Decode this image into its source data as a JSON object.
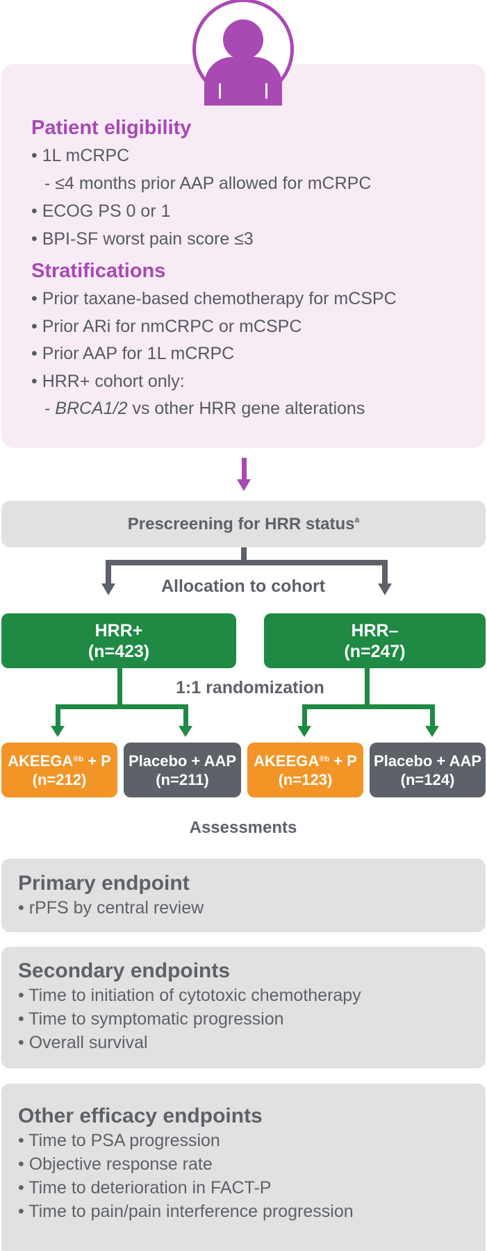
{
  "eligibility": {
    "heading": "Patient eligibility",
    "items": [
      "• 1L mCRPC",
      "- ≤4 months prior AAP allowed for mCRPC",
      "• ECOG PS 0 or 1",
      "• BPI-SF worst pain score ≤3"
    ]
  },
  "stratifications": {
    "heading": "Stratifications",
    "items": [
      "• Prior taxane-based chemotherapy for mCSPC",
      "• Prior ARi for nmCRPC or mCSPC",
      "• Prior AAP for 1L mCRPC",
      "• HRR+ cohort only:"
    ],
    "sub_prefix": "- ",
    "sub_italic": "BRCA1/2",
    "sub_rest": " vs other HRR gene alterations"
  },
  "prescreen": {
    "label": "Prescreening for HRR status",
    "sup": "a"
  },
  "allocation_label": "Allocation to cohort",
  "cohorts": {
    "hrr_pos": {
      "title": "HRR+",
      "n": "(n=423)"
    },
    "hrr_neg": {
      "title": "HRR–",
      "n": "(n=247)"
    }
  },
  "randomization_label": "1:1 randomization",
  "arms": [
    {
      "name_pre": "AKEEGA",
      "sup": "®b",
      "name_post": " + P",
      "n": "(n=212)",
      "color": "#f39426"
    },
    {
      "name_pre": "Placebo + AAP",
      "sup": "",
      "name_post": "",
      "n": "(n=211)",
      "color": "#5d6268"
    },
    {
      "name_pre": "AKEEGA",
      "sup": "®b",
      "name_post": " + P",
      "n": "(n=123)",
      "color": "#f39426"
    },
    {
      "name_pre": "Placebo + AAP",
      "sup": "",
      "name_post": "",
      "n": "(n=124)",
      "color": "#5d6268"
    }
  ],
  "assessments_label": "Assessments",
  "primary": {
    "heading": "Primary endpoint",
    "items": [
      "• rPFS by central review"
    ]
  },
  "secondary": {
    "heading": "Secondary endpoints",
    "items": [
      "• Time to initiation of cytotoxic chemotherapy",
      "• Time to symptomatic progression",
      "• Overall survival"
    ]
  },
  "other": {
    "heading": "Other efficacy endpoints",
    "items": [
      "• Time to PSA progression",
      "• Objective response rate",
      "• Time to deterioration in FACT-P",
      "• Time to pain/pain interference progression"
    ]
  },
  "colors": {
    "purple": "#a849b4",
    "panel_pink": "#f7ecf6",
    "green": "#1e8a43",
    "orange": "#f39426",
    "dark_gray": "#5d6268",
    "light_gray": "#e1e1e1"
  },
  "icons": [
    "patient-avatar-icon"
  ]
}
